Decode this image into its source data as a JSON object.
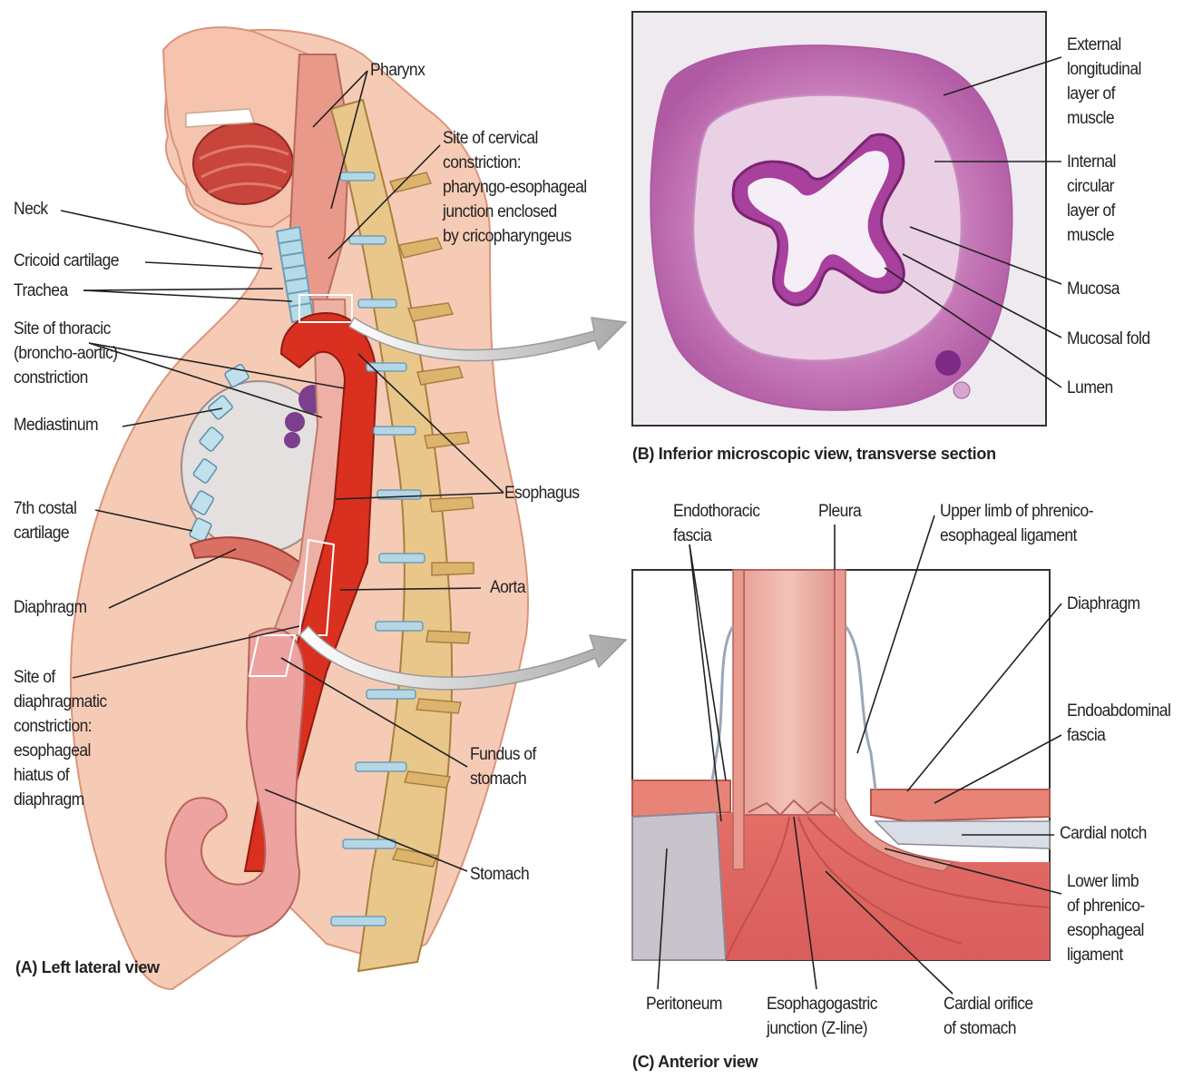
{
  "panel_a": {
    "caption": "(A) Left lateral view",
    "labels": {
      "pharynx": "Pharynx",
      "cervical": "Site of cervical\nconstriction:\npharyngo-esophageal\njunction enclosed\nby cricopharyngeus",
      "neck": "Neck",
      "cricoid": "Cricoid cartilage",
      "trachea": "Trachea",
      "thoracic": "Site of thoracic\n(broncho-aortic)\nconstriction",
      "mediastinum": "Mediastinum",
      "costal": "7th costal\ncartilage",
      "diaphragm": "Diaphragm",
      "diaphragmatic": "Site of\ndiaphragmatic\nconstriction:\nesophageal\nhiatus of\ndiaphragm",
      "esophagus": "Esophagus",
      "aorta": "Aorta",
      "fundus": "Fundus of\nstomach",
      "stomach": "Stomach"
    }
  },
  "panel_b": {
    "caption": "(B) Inferior microscopic view, transverse section",
    "labels": {
      "external": "External\nlongitudinal\nlayer of\nmuscle",
      "internal": "Internal\ncircular\nlayer of\nmuscle",
      "mucosa": "Mucosa",
      "mucosal_fold": "Mucosal fold",
      "lumen": "Lumen"
    }
  },
  "panel_c": {
    "caption": "(C) Anterior view",
    "labels": {
      "endothoracic": "Endothoracic\nfascia",
      "pleura": "Pleura",
      "upper_limb": "Upper limb of phrenico-\nesophageal ligament",
      "diaphragm": "Diaphragm",
      "endoabdominal": "Endoabdominal\nfascia",
      "cardial_notch": "Cardial notch",
      "lower_limb": "Lower limb\nof phrenico-\nesophageal\nligament",
      "peritoneum": "Peritoneum",
      "z_line": "Esophagogastric\njunction (Z-line)",
      "cardial_orifice": "Cardial orifice\nof stomach"
    }
  },
  "colors": {
    "skin": "#f6c9b3",
    "skin_dark": "#eaa98e",
    "aorta": "#d9301f",
    "bone": "#e8c584",
    "disc": "#a9cfe0",
    "histo": "#b24fa6",
    "histo_light": "#e8c4e0",
    "muscle": "#e07a6a",
    "mucosa": "#d66463"
  }
}
